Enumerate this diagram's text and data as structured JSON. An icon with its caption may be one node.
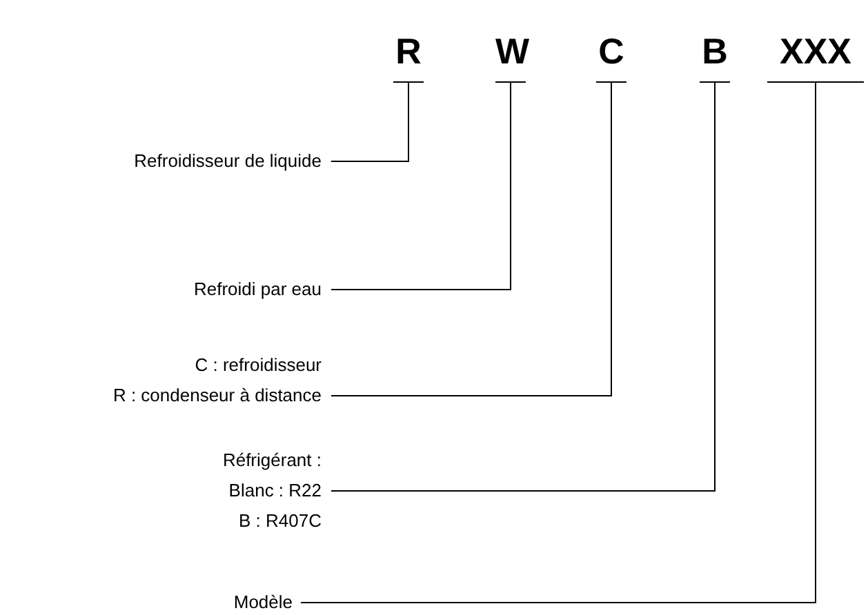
{
  "diagram": {
    "nodes": [
      {
        "text": [
          "R"
        ]
      },
      {
        "text": [
          "W"
        ]
      },
      {
        "text": [
          "C"
        ]
      },
      {
        "text": [
          "B"
        ]
      },
      {
        "text": [
          "XXX"
        ]
      },
      {
        "text": [
          "Refroidisseur de liquide"
        ]
      },
      {
        "text": [
          "Refroidi par eau"
        ]
      },
      {
        "text": [
          "C : refroidisseur",
          "R : condenseur à distance"
        ]
      },
      {
        "text": [
          "Réfrigérant :",
          "Blanc : R22",
          "B : R407C"
        ]
      },
      {
        "text": [
          "Modèle"
        ]
      }
    ],
    "edges": [
      {
        "from": 5,
        "to": 0,
        "arrow": "none"
      },
      {
        "from": 6,
        "to": 1,
        "arrow": "none"
      },
      {
        "from": 7,
        "to": 2,
        "arrow": "none"
      },
      {
        "from": 8,
        "to": 3,
        "arrow": "none"
      },
      {
        "from": 9,
        "to": 4,
        "arrow": "none"
      }
    ]
  }
}
